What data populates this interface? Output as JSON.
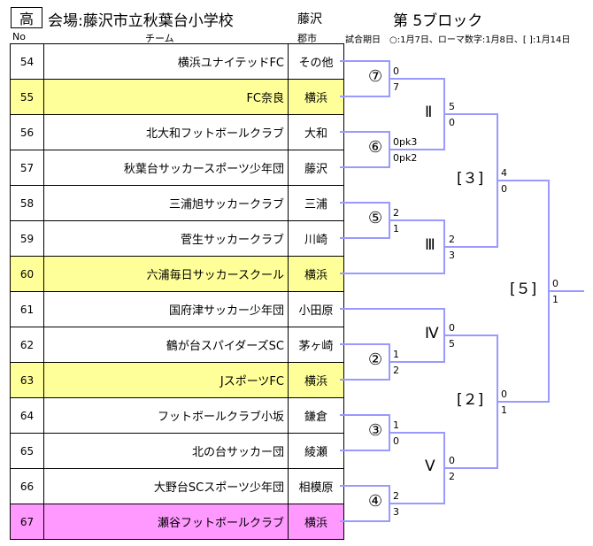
{
  "header": {
    "badge": "高",
    "venue": "会場:藤沢市立秋葉台小学校",
    "city": "藤沢",
    "block": "第 5ブロック",
    "col_no": "No",
    "col_team": "チーム",
    "col_city": "郡市",
    "legend": "試合期日　○:1月7日、ローマ数字:1月8日、[ ]:1月14日"
  },
  "colors": {
    "line": "#9999ff",
    "highlight_yellow": "#ffff99",
    "highlight_pink": "#ff99ff"
  },
  "teams": [
    {
      "no": "54",
      "name": "横浜ユナイテッドFC",
      "city": "その他",
      "highlight": ""
    },
    {
      "no": "55",
      "name": "FC奈良",
      "city": "横浜",
      "highlight": "yellow"
    },
    {
      "no": "56",
      "name": "北大和フットボールクラブ",
      "city": "大和",
      "highlight": ""
    },
    {
      "no": "57",
      "name": "秋葉台サッカースポーツ少年団",
      "city": "藤沢",
      "highlight": ""
    },
    {
      "no": "58",
      "name": "三浦旭サッカークラブ",
      "city": "三浦",
      "highlight": ""
    },
    {
      "no": "59",
      "name": "菅生サッカークラブ",
      "city": "川崎",
      "highlight": ""
    },
    {
      "no": "60",
      "name": "六浦毎日サッカースクール",
      "city": "横浜",
      "highlight": "yellow"
    },
    {
      "no": "61",
      "name": "国府津サッカー少年団",
      "city": "小田原",
      "highlight": ""
    },
    {
      "no": "62",
      "name": "鶴が台スパイダーズSC",
      "city": "茅ヶ崎",
      "highlight": ""
    },
    {
      "no": "63",
      "name": "JスポーツFC",
      "city": "横浜",
      "highlight": "yellow"
    },
    {
      "no": "64",
      "name": "フットボールクラブ小坂",
      "city": "鎌倉",
      "highlight": ""
    },
    {
      "no": "65",
      "name": "北の台サッカー団",
      "city": "綾瀬",
      "highlight": ""
    },
    {
      "no": "66",
      "name": "大野台SCスポーツ少年団",
      "city": "相模原",
      "highlight": ""
    },
    {
      "no": "67",
      "name": "瀬谷フットボールクラブ",
      "city": "横浜",
      "highlight": "pink"
    }
  ],
  "matches": {
    "m7": {
      "label": "⑦",
      "top": "0",
      "bottom": "7"
    },
    "m6": {
      "label": "⑥",
      "top": "0pk3",
      "bottom": "0pk2"
    },
    "m5": {
      "label": "⑤",
      "top": "2",
      "bottom": "1"
    },
    "m2": {
      "label": "②",
      "top": "1",
      "bottom": "2"
    },
    "m3": {
      "label": "③",
      "top": "1",
      "bottom": "0"
    },
    "m4": {
      "label": "④",
      "top": "2",
      "bottom": "3"
    },
    "mII": {
      "label": "Ⅱ",
      "top": "5",
      "bottom": "0"
    },
    "mIII": {
      "label": "Ⅲ",
      "top": "2",
      "bottom": "3"
    },
    "mIV": {
      "label": "Ⅳ",
      "top": "0",
      "bottom": "5"
    },
    "mV": {
      "label": "Ⅴ",
      "top": "0",
      "bottom": "2"
    },
    "s3": {
      "label": "[３]",
      "top": "4",
      "bottom": "0"
    },
    "s2": {
      "label": "[２]",
      "top": "0",
      "bottom": "1"
    },
    "f5": {
      "label": "[５]",
      "top": "0",
      "bottom": "1"
    }
  }
}
